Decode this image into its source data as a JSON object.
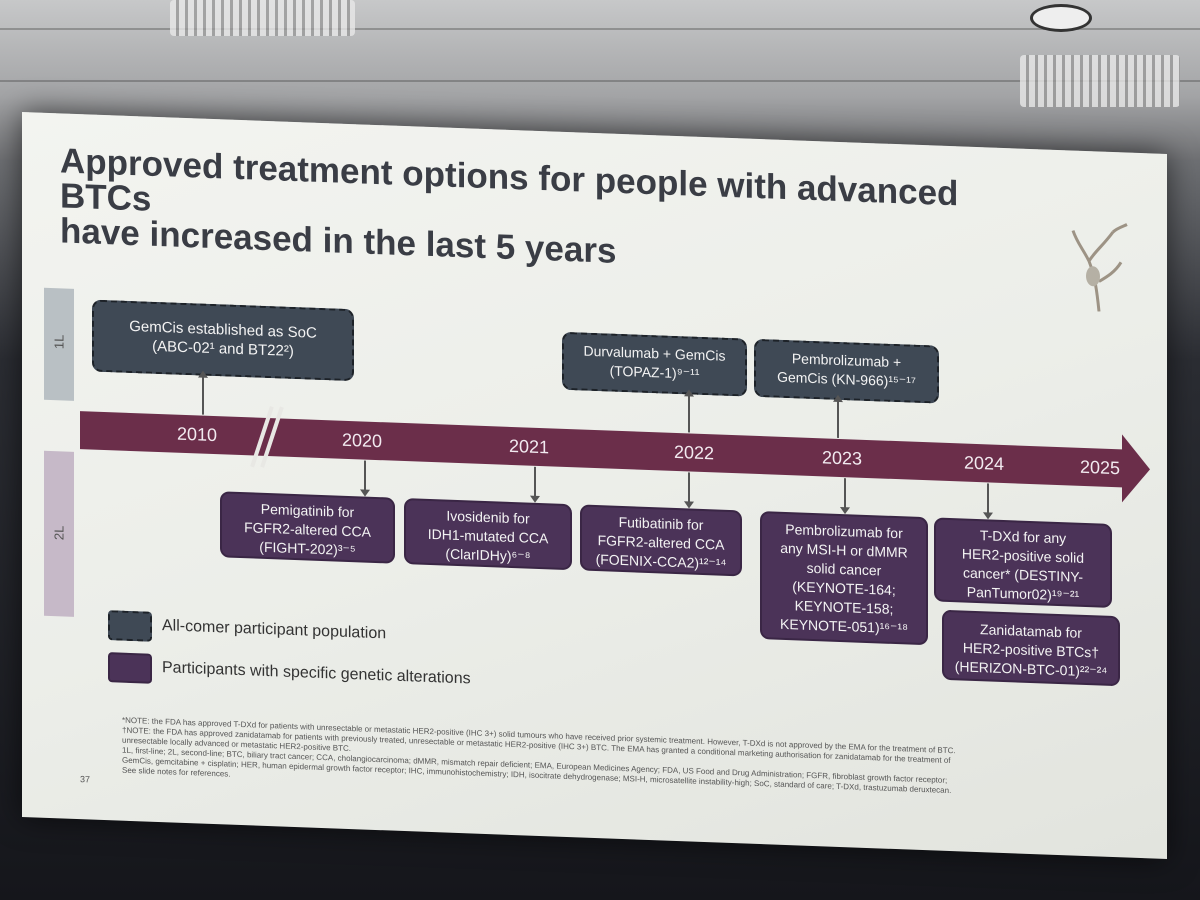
{
  "slide": {
    "title_line1": "Approved treatment options for people with advanced BTCs",
    "title_line2": "have increased in the last 5 years",
    "page_number": "37"
  },
  "lanes": {
    "first_line": "1L",
    "second_line": "2L"
  },
  "years": [
    "2010",
    "2020",
    "2021",
    "2022",
    "2023",
    "2024",
    "2025"
  ],
  "boxes_1l": [
    {
      "lines": [
        "GemCis established as SoC",
        "(ABC-02¹ and BT22²)"
      ],
      "type": "all-comer"
    },
    {
      "lines": [
        "Durvalumab + GemCis",
        "(TOPAZ-1)⁹⁻¹¹"
      ],
      "type": "all-comer"
    },
    {
      "lines": [
        "Pembrolizumab +",
        "GemCis (KN-966)¹⁵⁻¹⁷"
      ],
      "type": "all-comer"
    }
  ],
  "boxes_2l": [
    {
      "lines": [
        "Pemigatinib for",
        "FGFR2-altered CCA",
        "(FIGHT-202)³⁻⁵"
      ],
      "type": "genetic"
    },
    {
      "lines": [
        "Ivosidenib for",
        "IDH1-mutated CCA",
        "(ClarIDHy)⁶⁻⁸"
      ],
      "type": "genetic"
    },
    {
      "lines": [
        "Futibatinib for",
        "FGFR2-altered CCA",
        "(FOENIX-CCA2)¹²⁻¹⁴"
      ],
      "type": "genetic"
    },
    {
      "lines": [
        "Pembrolizumab for",
        "any MSI-H or dMMR",
        "solid cancer",
        "(KEYNOTE-164;",
        "KEYNOTE-158;",
        "KEYNOTE-051)¹⁶⁻¹⁸"
      ],
      "type": "genetic"
    },
    {
      "lines": [
        "T-DXd for any",
        "HER2-positive solid",
        "cancer* (DESTINY-",
        "PanTumor02)¹⁹⁻²¹"
      ],
      "type": "genetic"
    },
    {
      "lines": [
        "Zanidatamab for",
        "HER2-positive BTCs†",
        "(HERIZON-BTC-01)²²⁻²⁴"
      ],
      "type": "genetic"
    }
  ],
  "legend": {
    "all_comer": "All-comer participant population",
    "genetic": "Participants with specific genetic alterations"
  },
  "footnotes": [
    "*NOTE: the FDA has approved T-DXd for patients with unresectable or metastatic HER2-positive (IHC 3+) solid tumours who have received prior systemic treatment. However, T-DXd is not approved by the EMA for the treatment of BTC.",
    "†NOTE: the FDA has approved zanidatamab for patients with previously treated, unresectable or metastatic HER2-positive (IHC 3+) BTC. The EMA has granted a conditional marketing authorisation for zanidatamab for the treatment of",
    "unresectable locally advanced or metastatic HER2-positive BTC.",
    "1L, first-line; 2L, second-line; BTC, biliary tract cancer; CCA, cholangiocarcinoma; dMMR, mismatch repair deficient; EMA, European Medicines Agency; FDA, US Food and Drug Administration; FGFR, fibroblast growth factor receptor;",
    "GemCis, gemcitabine + cisplatin; HER, human epidermal growth factor receptor; IHC, immunohistochemistry; IDH, isocitrate dehydrogenase; MSI-H, microsatellite instability-high; SoC, standard of care; T-DXd, trastuzumab deruxtecan.",
    "See slide notes for references."
  ],
  "colors": {
    "timeline": "#6b2e4a",
    "all_comer_box": "#3f4955",
    "genetic_box": "#4b3358"
  }
}
